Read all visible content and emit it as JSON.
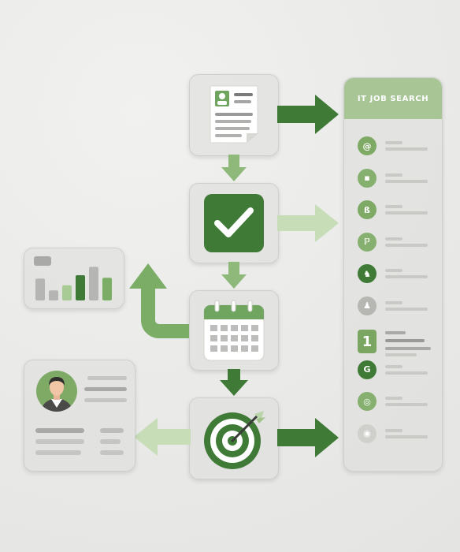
{
  "job_search": {
    "title": "IT JOB SEARCH",
    "items": [
      {
        "icon": "chat-icon",
        "glyph": "@",
        "color": "#7eaa66"
      },
      {
        "icon": "message-icon",
        "glyph": "▪",
        "color": "#86b06f"
      },
      {
        "icon": "link-icon",
        "glyph": "ß",
        "color": "#7eaa66"
      },
      {
        "icon": "job-board-icon",
        "glyph": "ℙ",
        "color": "#86b06f"
      },
      {
        "icon": "people-icon",
        "glyph": "♞",
        "color": "#3f7a36"
      },
      {
        "icon": "user-icon",
        "glyph": "♟",
        "color": "#b6b6b3"
      },
      {
        "icon": "linkedin-icon",
        "glyph": "1",
        "color": "#7aa661"
      },
      {
        "icon": "globe-icon",
        "glyph": "G",
        "color": "#3f7a36"
      },
      {
        "icon": "instagram-icon",
        "glyph": "◎",
        "color": "#86b06f"
      },
      {
        "icon": "settings-icon",
        "glyph": "◉",
        "color": "#cfcfcc"
      }
    ]
  },
  "colors": {
    "dark_green": "#3f7a36",
    "mid_green": "#6fa55f",
    "light_green": "#b9d4a8",
    "card_gray": "#d9d9d7"
  },
  "chart_data": {
    "type": "bar",
    "categories": [
      "",
      "",
      "",
      "",
      "",
      ""
    ],
    "values": [
      2.6,
      1.2,
      1.8,
      3.0,
      4.0,
      2.7
    ],
    "ylim": [
      0,
      4.5
    ],
    "title": "",
    "xlabel": "",
    "ylabel": ""
  }
}
